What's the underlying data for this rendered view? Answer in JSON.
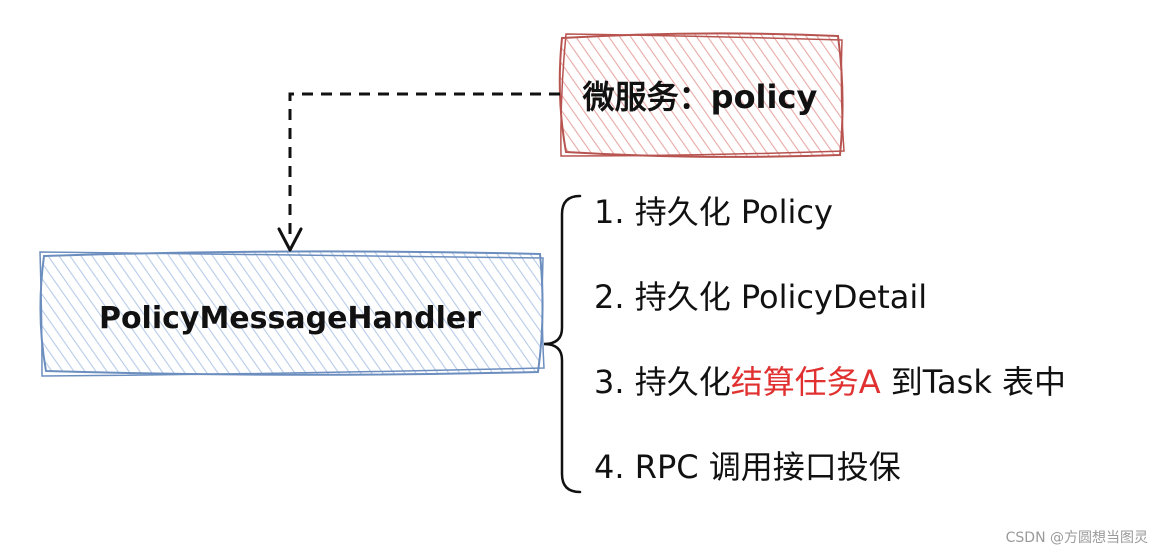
{
  "nodes": {
    "service": {
      "label": "微服务：policy",
      "stroke": "#b85450",
      "fill": "#f8cecc"
    },
    "handler": {
      "label": "PolicyMessageHandler",
      "stroke": "#6c8ebf",
      "fill": "#dae8fc"
    }
  },
  "steps": [
    {
      "prefix": "1. 持久化 Policy",
      "highlight": "",
      "suffix": ""
    },
    {
      "prefix": "2. 持久化 PolicyDetail",
      "highlight": "",
      "suffix": ""
    },
    {
      "prefix": "3. 持久化",
      "highlight": "结算任务A",
      "suffix": " 到Task 表中"
    },
    {
      "prefix": "4. RPC 调用接口投保",
      "highlight": "",
      "suffix": ""
    }
  ],
  "colors": {
    "text": "#111111",
    "highlight": "#e03030",
    "connector": "#111111"
  },
  "watermark": "CSDN @方圆想当图灵"
}
